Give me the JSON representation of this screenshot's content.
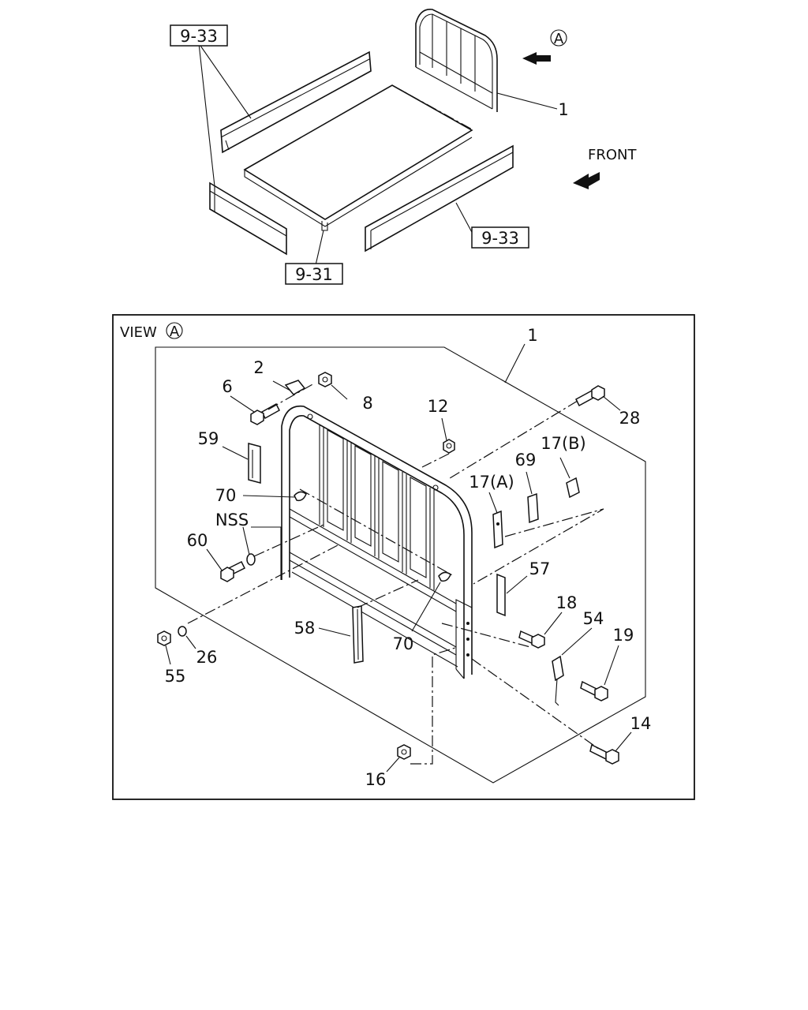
{
  "top": {
    "refs": {
      "left_panels": "9-33",
      "floor": "9-31",
      "right_panel": "9-33",
      "gate": "1"
    },
    "view_marker": "A",
    "front_label": "FRONT"
  },
  "view": {
    "title": "VIEW",
    "marker": "A",
    "callouts": {
      "p1": "1",
      "p2": "2",
      "p6": "6",
      "p8": "8",
      "p12": "12",
      "p28": "28",
      "p59": "59",
      "p17b": "17(B)",
      "p69": "69",
      "p17a": "17(A)",
      "p70a": "70",
      "nss": "NSS",
      "p60": "60",
      "p57": "57",
      "p18": "18",
      "p54": "54",
      "p19": "19",
      "p58": "58",
      "p70b": "70",
      "p55": "55",
      "p26": "26",
      "p14": "14",
      "p16": "16"
    }
  }
}
